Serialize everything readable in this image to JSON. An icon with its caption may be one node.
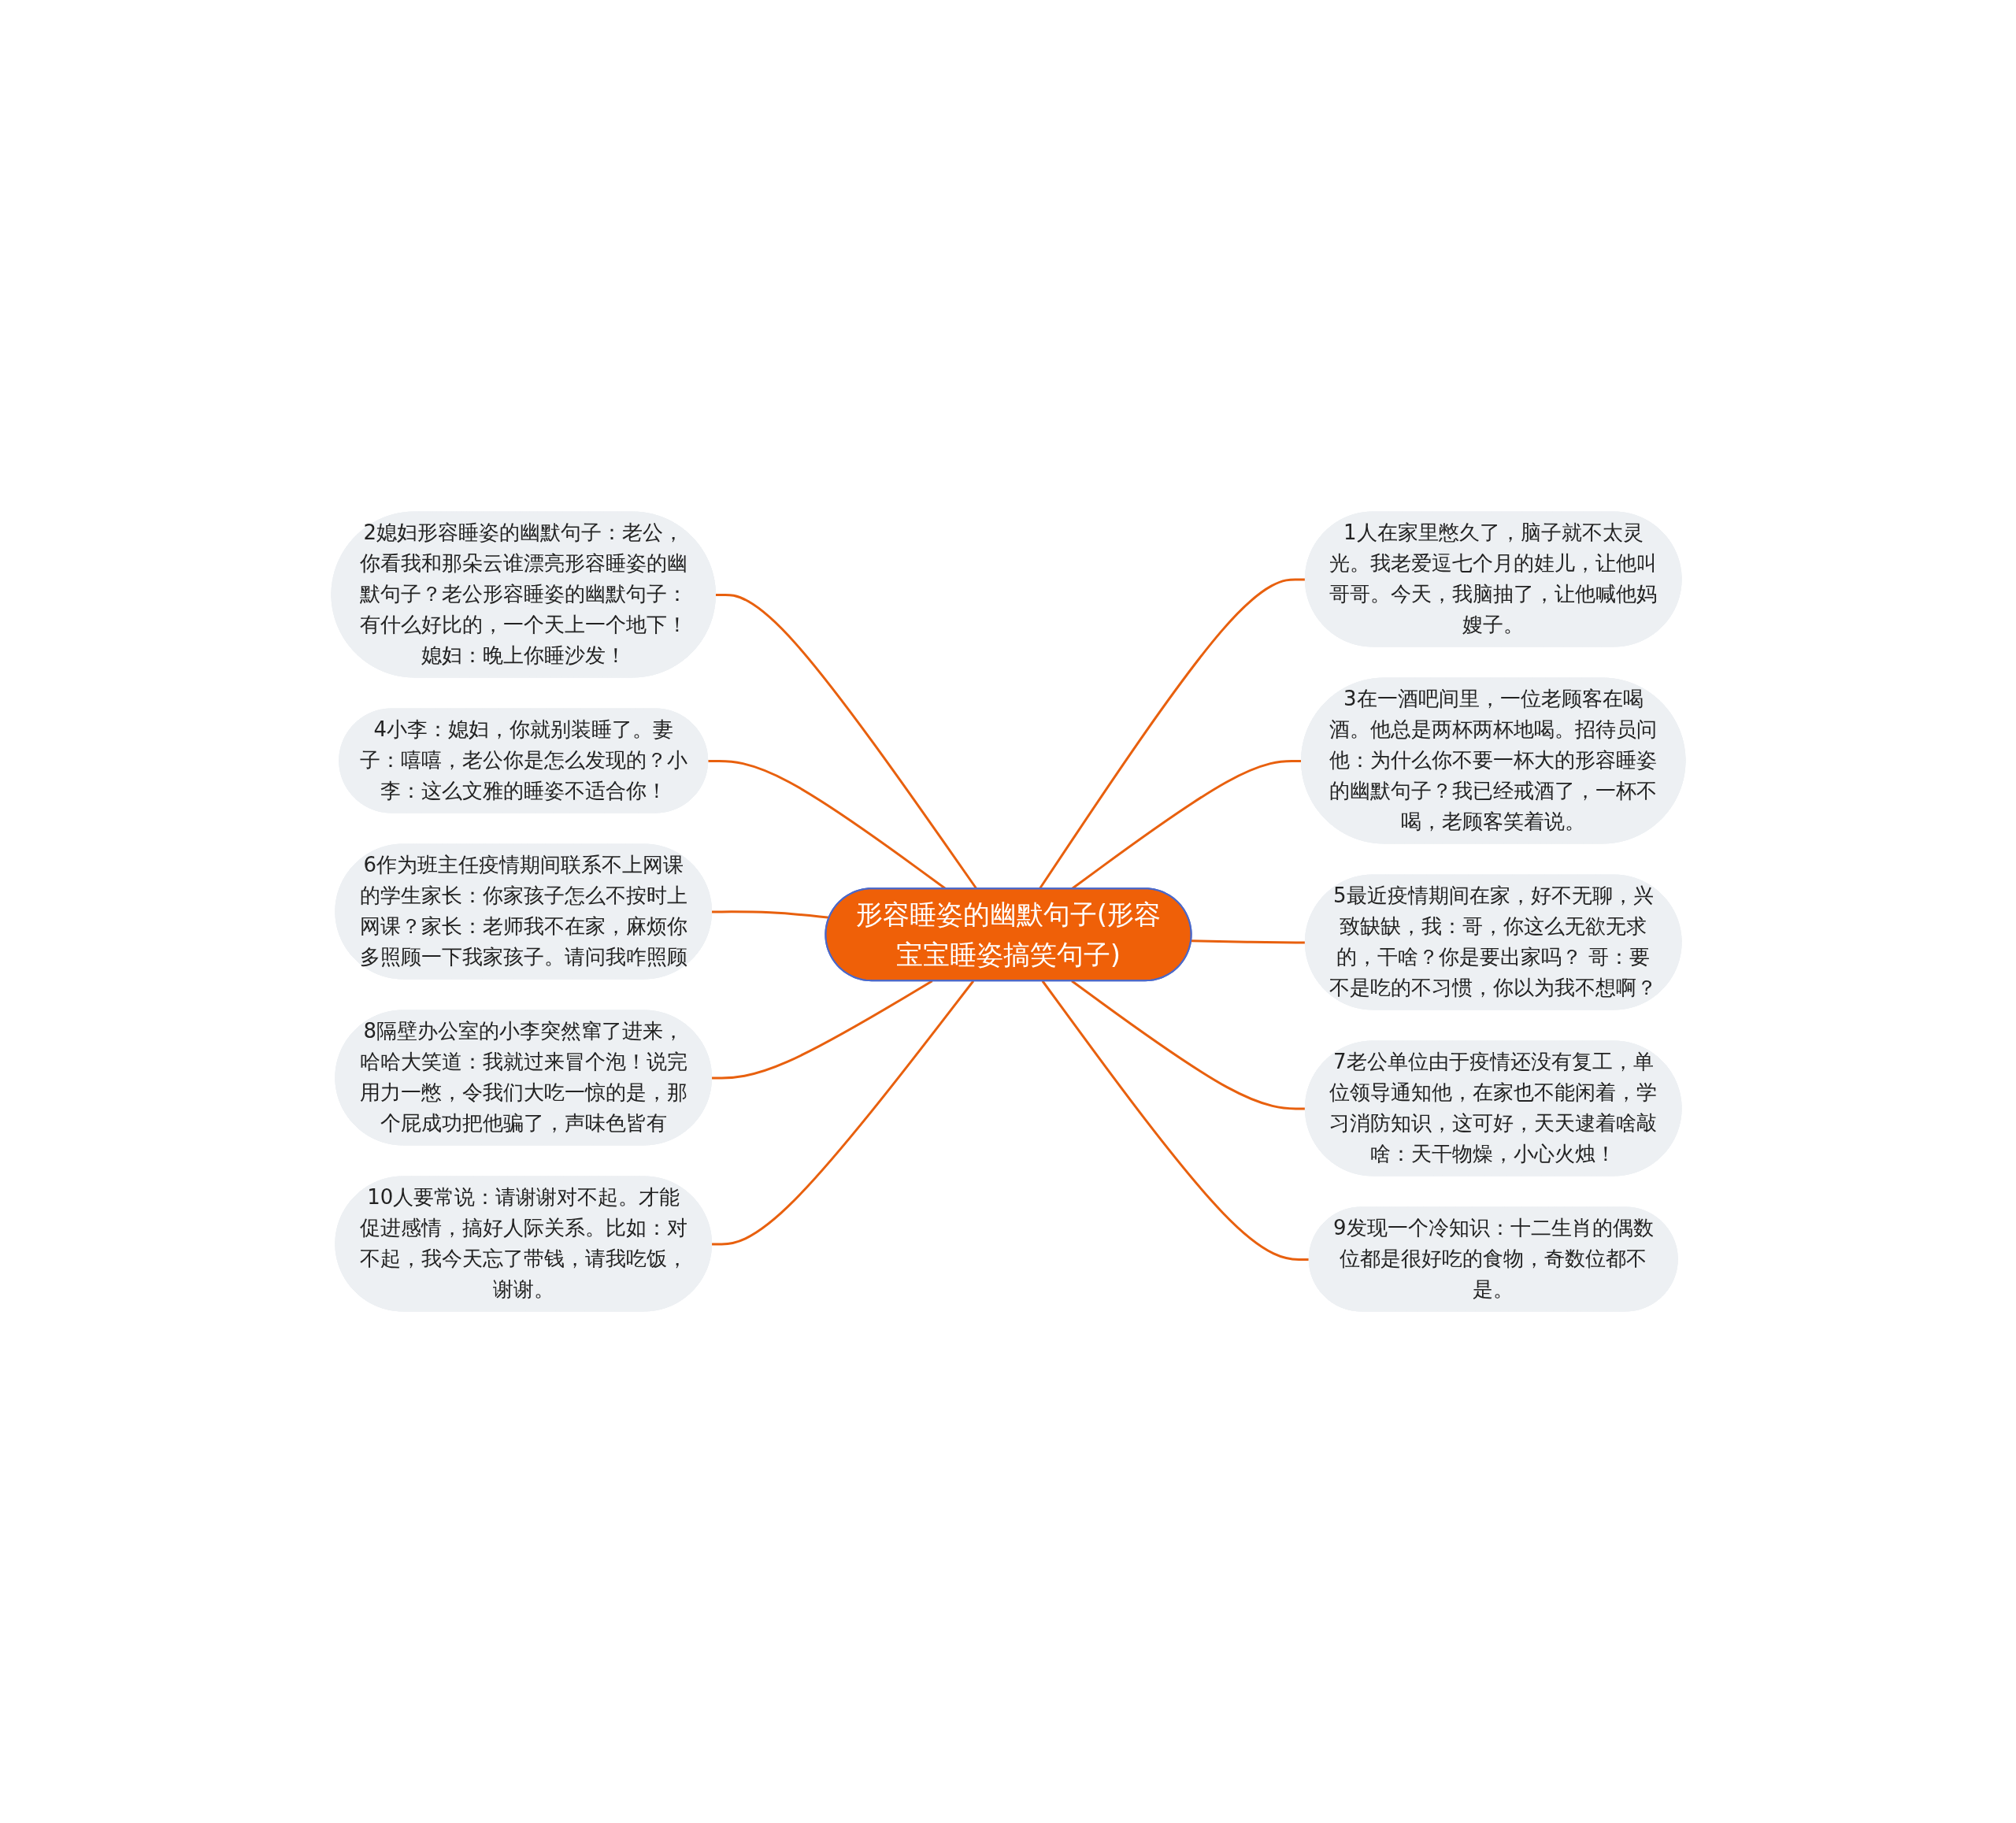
{
  "diagram": {
    "nodes": [
      {
        "text": [
          "形容睡姿的幽默句子(形容宝宝睡姿搞笑句子)"
        ]
      },
      {
        "text": [
          "1人在家里憋久了，脑子就不太灵光。我老爱逗七个月的娃儿，让他叫哥哥。今天，我脑抽了，让他喊他妈嫂子。"
        ]
      },
      {
        "text": [
          "2媳妇形容睡姿的幽默句子：老公，你看我和那朵云谁漂亮形容睡姿的幽默句子？老公形容睡姿的幽默句子：有什么好比的，一个天上一个地下！媳妇：晚上你睡沙发！"
        ]
      },
      {
        "text": [
          "3在一酒吧间里，一位老顾客在喝酒。他总是两杯两杯地喝。招待员问他：为什么你不要一杯大的形容睡姿的幽默句子？我已经戒酒了，一杯不喝，老顾客笑着说。"
        ]
      },
      {
        "text": [
          "4小李：媳妇，你就别装睡了。妻子：嘻嘻，老公你是怎么发现的？小李：这么文雅的睡姿不适合你！"
        ]
      },
      {
        "text": [
          "5最近疫情期间在家，好不无聊，兴致缺缺，我：哥，你这么无欲无求的，干啥？你是要出家吗？ 哥：要不是吃的不习惯，你以为我不想啊？"
        ]
      },
      {
        "text": [
          "6作为班主任疫情期间联系不上网课的学生家长：你家孩子怎么不按时上网课？家长：老师我不在家，麻烦你多照顾一下我家孩子。请问我咋照顾"
        ]
      },
      {
        "text": [
          "7老公单位由于疫情还没有复工，单位领导通知他，在家也不能闲着，学习消防知识，这可好，天天逮着啥敲啥：天干物燥，小心火烛！"
        ]
      },
      {
        "text": [
          "8隔壁办公室的小李突然窜了进来，哈哈大笑道：我就过来冒个泡！说完用力一憋，令我们大吃一惊的是，那个屁成功把他骗了，声味色皆有"
        ]
      },
      {
        "text": [
          "9发现一个冷知识：十二生肖的偶数位都是很好吃的食物，奇数位都不是。"
        ]
      },
      {
        "text": [
          "10人要常说：请谢谢对不起。才能促进感情，搞好人际关系。比如：对不起，我今天忘了带钱，请我吃饭，谢谢。"
        ]
      }
    ],
    "edges": [
      {
        "from": 0,
        "to": 1,
        "arrow": "none"
      },
      {
        "from": 0,
        "to": 2,
        "arrow": "none"
      },
      {
        "from": 0,
        "to": 3,
        "arrow": "none"
      },
      {
        "from": 0,
        "to": 4,
        "arrow": "none"
      },
      {
        "from": 0,
        "to": 5,
        "arrow": "none"
      },
      {
        "from": 0,
        "to": 6,
        "arrow": "none"
      },
      {
        "from": 0,
        "to": 7,
        "arrow": "none"
      },
      {
        "from": 0,
        "to": 8,
        "arrow": "none"
      },
      {
        "from": 0,
        "to": 9,
        "arrow": "none"
      },
      {
        "from": 0,
        "to": 10,
        "arrow": "none"
      }
    ]
  }
}
